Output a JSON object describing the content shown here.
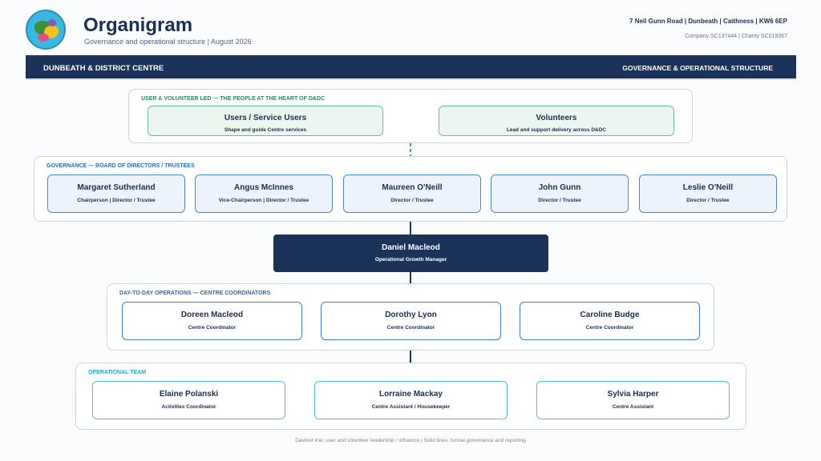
{
  "header": {
    "title": "Organigram",
    "subtitle": "Governance and operational structure | August 2026",
    "address": "7 Neil Gunn Road | Dunbeath | Caithness | KW6 6EP",
    "company": "Company SC137444 | Charity SC019367",
    "logo_icon": "dunbeath-district-centre-logo"
  },
  "banner": {
    "left": "DUNBEATH & DISTRICT CENTRE",
    "right": "GOVERNANCE & OPERATIONAL STRUCTURE"
  },
  "users_group": {
    "label": "USER & VOLUNTEER LED — THE PEOPLE AT THE HEART OF D&DC",
    "cards": [
      {
        "name": "Users / Service Users",
        "role": "Shape and guide Centre services"
      },
      {
        "name": "Volunteers",
        "role": "Lead and support delivery across D&DC"
      }
    ]
  },
  "governance_group": {
    "label": "GOVERNANCE — BOARD OF DIRECTORS / TRUSTEES",
    "cards": [
      {
        "name": "Margaret Sutherland",
        "role": "Chairperson | Director / Trustee"
      },
      {
        "name": "Angus McInnes",
        "role": "Vice-Chairperson | Director / Trustee"
      },
      {
        "name": "Maureen O'Neill",
        "role": "Director / Trustee"
      },
      {
        "name": "John Gunn",
        "role": "Director / Trustee"
      },
      {
        "name": "Leslie O'Neill",
        "role": "Director / Trustee"
      }
    ]
  },
  "manager": {
    "name": "Daniel Macleod",
    "role": "Operational Growth Manager"
  },
  "operations_group": {
    "label": "DAY-TO-DAY OPERATIONS — CENTRE COORDINATORS",
    "cards": [
      {
        "name": "Doreen Macleod",
        "role": "Centre Coordinator"
      },
      {
        "name": "Dorothy Lyon",
        "role": "Centre Coordinator"
      },
      {
        "name": "Caroline Budge",
        "role": "Centre Coordinator"
      }
    ]
  },
  "team_group": {
    "label": "OPERATIONAL TEAM",
    "cards": [
      {
        "name": "Elaine Polanski",
        "role": "Activities Coordinator"
      },
      {
        "name": "Lorraine Mackay",
        "role": "Centre Assistant / Housekeeper"
      },
      {
        "name": "Sylvia Harper",
        "role": "Centre Assistant"
      }
    ]
  },
  "footer": "Dashed line: user and volunteer leadership / influence   |   Solid lines: formal governance and reporting",
  "colors": {
    "navy": "#1b3358",
    "users_accent": "#6cbf95",
    "governance_accent": "#4a87c9",
    "operations_accent": "#3d7fc2",
    "team_accent": "#52c1d6"
  }
}
